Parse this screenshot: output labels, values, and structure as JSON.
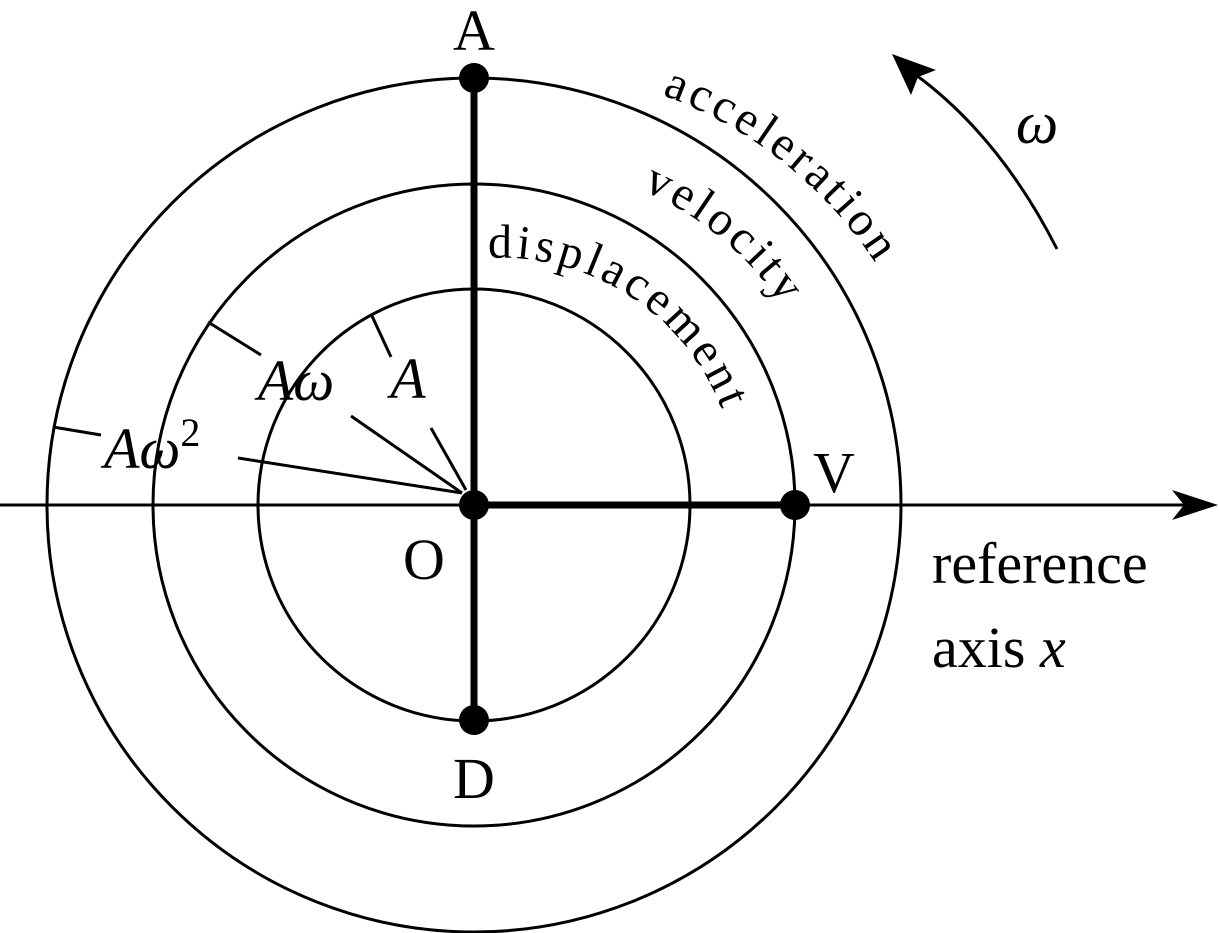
{
  "points": {
    "A": "A",
    "V": "V",
    "O": "O",
    "D": "D"
  },
  "circles": {
    "acceleration": "acceleration",
    "velocity": "velocity",
    "displacement": "displacement"
  },
  "radii": {
    "A": "A",
    "Aw_base": "Aω",
    "Aw2_base": "Aω",
    "Aw2_exp": "2"
  },
  "rotation": {
    "omega": "ω"
  },
  "axis": {
    "line1": "reference",
    "line2_prefix": "axis ",
    "line2_var": "x"
  }
}
